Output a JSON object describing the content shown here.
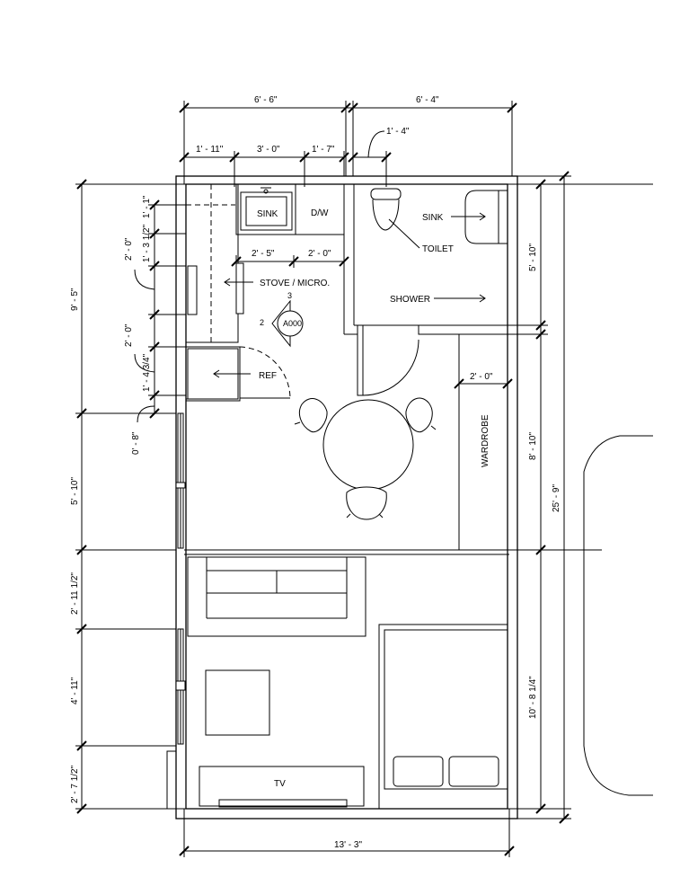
{
  "dimensions": {
    "top_left_width": "6' - 6\"",
    "top_right_width": "6' - 4\"",
    "offset_1_11": "1' - 11\"",
    "sink_width": "3' - 0\"",
    "offset_1_7": "1' - 7\"",
    "wall_offset": "1' - 4\"",
    "counter_2_5": "2' - 5\"",
    "counter_2_0": "2' - 0\"",
    "wardrobe_depth": "2' - 0\"",
    "left_1_1": "1' - 1\"",
    "left_2_0_a": "2' - 0\"",
    "left_1_3_half": "1' - 3 1/2\"",
    "left_2_0_b": "2' - 0\"",
    "left_1_4_34": "1' - 4 3/4\"",
    "left_0_8": "0' - 8\"",
    "left_9_5": "9' - 5\"",
    "left_5_10": "5' - 10\"",
    "left_2_11_half": "2' - 11 1/2\"",
    "left_4_11": "4' - 11\"",
    "left_2_7_half": "2' - 7 1/2\"",
    "right_5_10": "5' - 10\"",
    "right_8_10": "8' - 10\"",
    "right_10_8_quarter": "10' - 8 1/4\"",
    "right_total": "25' - 9\"",
    "bottom_width": "13' - 3\""
  },
  "labels": {
    "kitchen_sink": "SINK",
    "dishwasher": "D/W",
    "stove": "STOVE / MICRO.",
    "ref": "REF",
    "bath_sink": "SINK",
    "toilet": "TOILET",
    "shower": "SHOWER",
    "wardrobe": "WARDROBE",
    "tv": "TV",
    "view_tag": "A000",
    "view_num_top": "3",
    "view_num_left": "2"
  }
}
